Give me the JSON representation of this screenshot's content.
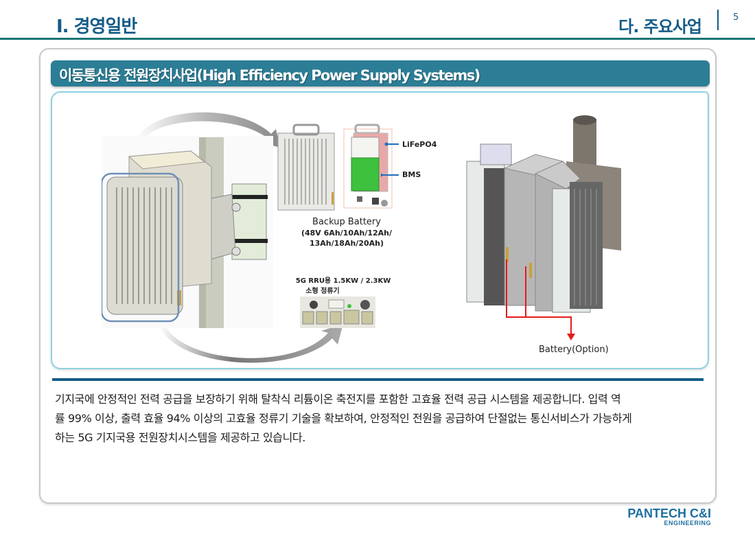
{
  "header": {
    "section": "Ⅰ. 경영일반",
    "subsection": "다. 주요사업",
    "page_number": "5"
  },
  "title": "이동통신용 전원장치사업(High Efficiency Power Supply Systems)",
  "figure": {
    "battery_components": {
      "lifepo4": "LiFePO4",
      "bms": "BMS"
    },
    "backup_battery": {
      "title": "Backup Battery",
      "spec_line1": "(48V 6Ah/10Ah/12Ah/",
      "spec_line2": "13Ah/18Ah/20Ah)"
    },
    "rectifier": {
      "line1": "5G RRU용  1.5KW / 2.3KW",
      "line2": "소형 정류기"
    },
    "battery_option": "Battery(Option)",
    "colors": {
      "highlight_frame": "#6f8fb8",
      "option_line": "#e31b1b",
      "callout": "#1e6fbf"
    }
  },
  "description": {
    "lines": [
      "기지국에 안정적인 전력 공급을 보장하기 위해 탈착식 리튬이온 축전지를 포함한 고효율 전력 공급 시스템을 제공합니다. 입력 역",
      "률 99% 이상, 출력 효율 94% 이상의 고효율 정류기 기술을 확보하여, 안정적인 전원을 공급하여 단절없는 통신서비스가 가능하게",
      "하는 5G 기지국용 전원장치시스템을 제공하고 있습니다."
    ]
  },
  "logo": {
    "name": "PANTECH C&I",
    "sub": "ENGINEERING"
  }
}
